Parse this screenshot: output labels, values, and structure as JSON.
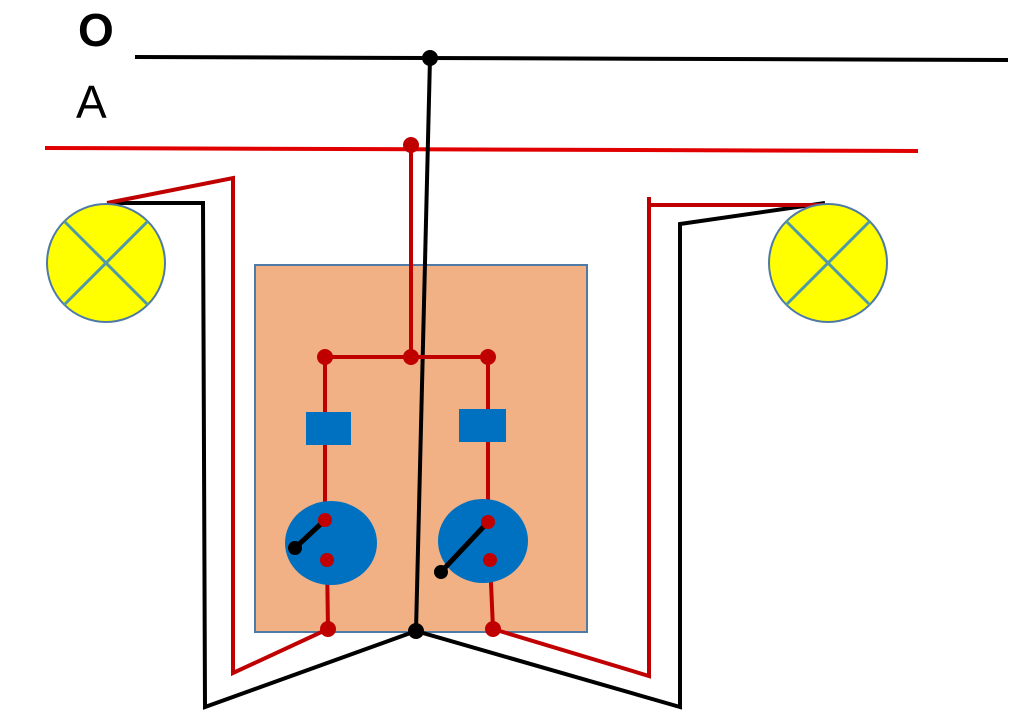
{
  "labels": {
    "neutral": "O",
    "phase": "A"
  },
  "colors": {
    "neutral_wire": "#000000",
    "phase_wire": "#c00000",
    "phase_bus": "#e00000",
    "panel_fill": "#f2b085",
    "panel_border": "#4f7aa6",
    "switch_blue": "#0070c0",
    "lamp_fill": "#ffff00",
    "lamp_border": "#4f7aa6",
    "lamp_cross": "#4f9aa6"
  },
  "icons": [
    "lamp-icon",
    "switch-icon",
    "fuse-icon",
    "junction-dot"
  ]
}
